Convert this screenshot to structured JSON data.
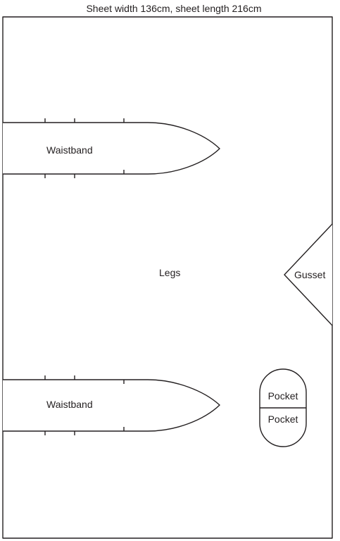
{
  "header": {
    "title": "Sheet width 136cm, sheet length 216cm"
  },
  "pieces": {
    "legs": "Legs",
    "waistband_top": "Waistband",
    "waistband_bottom": "Waistband",
    "gusset": "Gusset",
    "pocket_top": "Pocket",
    "pocket_bottom": "Pocket"
  },
  "colors": {
    "line": "#231f20",
    "background": "#ffffff"
  }
}
